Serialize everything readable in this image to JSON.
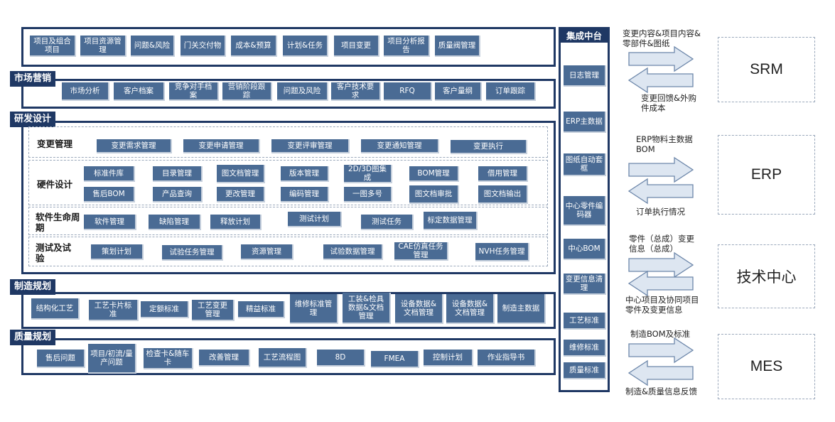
{
  "top": {
    "items": [
      "项目及组合项目",
      "项目资源管理",
      "问题&风险",
      "门关交付物",
      "成本&预算",
      "计划&任务",
      "项目变更",
      "项目分析报告",
      "质量阀管理"
    ]
  },
  "marketing": {
    "title": "市场营销",
    "items": [
      "市场分析",
      "客户档案",
      "竞争对手档案",
      "营销阶段跟踪",
      "问题及风险",
      "客户技术要求",
      "RFQ",
      "客户量纲",
      "订单跟踪"
    ]
  },
  "rd": {
    "title": "研发设计",
    "change": {
      "label": "变更管理",
      "items": [
        "变更需求管理",
        "变更申请管理",
        "变更评审管理",
        "变更通知管理",
        "变更执行"
      ]
    },
    "hardware": {
      "label": "硬件设计",
      "row1": [
        "标准件库",
        "目录管理",
        "图文档管理",
        "版本管理",
        "2D/3D图集成",
        "BOM管理",
        "借用管理"
      ],
      "row2": [
        "售后BOM",
        "产品查询",
        "更改管理",
        "编码管理",
        "一图多号",
        "图文档审批",
        "图文档输出"
      ]
    },
    "software": {
      "label": "软件生命周期",
      "items": [
        "软件管理",
        "缺陷管理",
        "释放计划",
        "测试计划",
        "测试任务",
        "标定数据管理"
      ]
    },
    "testing": {
      "label": "测试及试验",
      "items": [
        "策划计划",
        "试验任务管理",
        "资源管理",
        "试验数据管理",
        "CAE仿真任务管理",
        "NVH任务管理"
      ]
    }
  },
  "manufacturing": {
    "title": "制造规划",
    "items": [
      "结构化工艺",
      "工艺卡片标准",
      "定额标准",
      "工艺变更管理",
      "精益标准",
      "维修标准管理",
      "工装&检具数据&文档管理",
      "设备数据&文档管理",
      "设备数据&文档管理",
      "制造主数据"
    ]
  },
  "quality": {
    "title": "质量规划",
    "items": [
      "售后问题",
      "项目/初流/量产问题",
      "检查卡&随车卡",
      "改善管理",
      "工艺流程图",
      "8D",
      "FMEA",
      "控制计划",
      "作业指导书"
    ]
  },
  "hub": {
    "title": "集成中台",
    "items": [
      "日志管理",
      "ERP主数据",
      "图纸自动套框",
      "中心零件编码器",
      "中心BOM",
      "变更信息清理",
      "工艺标准",
      "维修标准",
      "质量标准"
    ]
  },
  "systems": [
    {
      "name": "SRM",
      "out": "变更内容&项目内容&零部件&图纸",
      "in": "变更回馈&外购件成本"
    },
    {
      "name": "ERP",
      "out": "ERP物料主数据BOM",
      "in": "订单执行情况"
    },
    {
      "name": "技术中心",
      "out": "零件（总成）变更信息（总成）",
      "in": "中心项目及协同项目零件及变更信息"
    },
    {
      "name": "MES",
      "out": "制造BOM及标准",
      "in": "制造&质量信息反馈"
    }
  ],
  "colors": {
    "frame": "#1f3864",
    "button": "#4a6b94",
    "arrow_fill": "#dde6f1",
    "arrow_stroke": "#6d87aa"
  }
}
